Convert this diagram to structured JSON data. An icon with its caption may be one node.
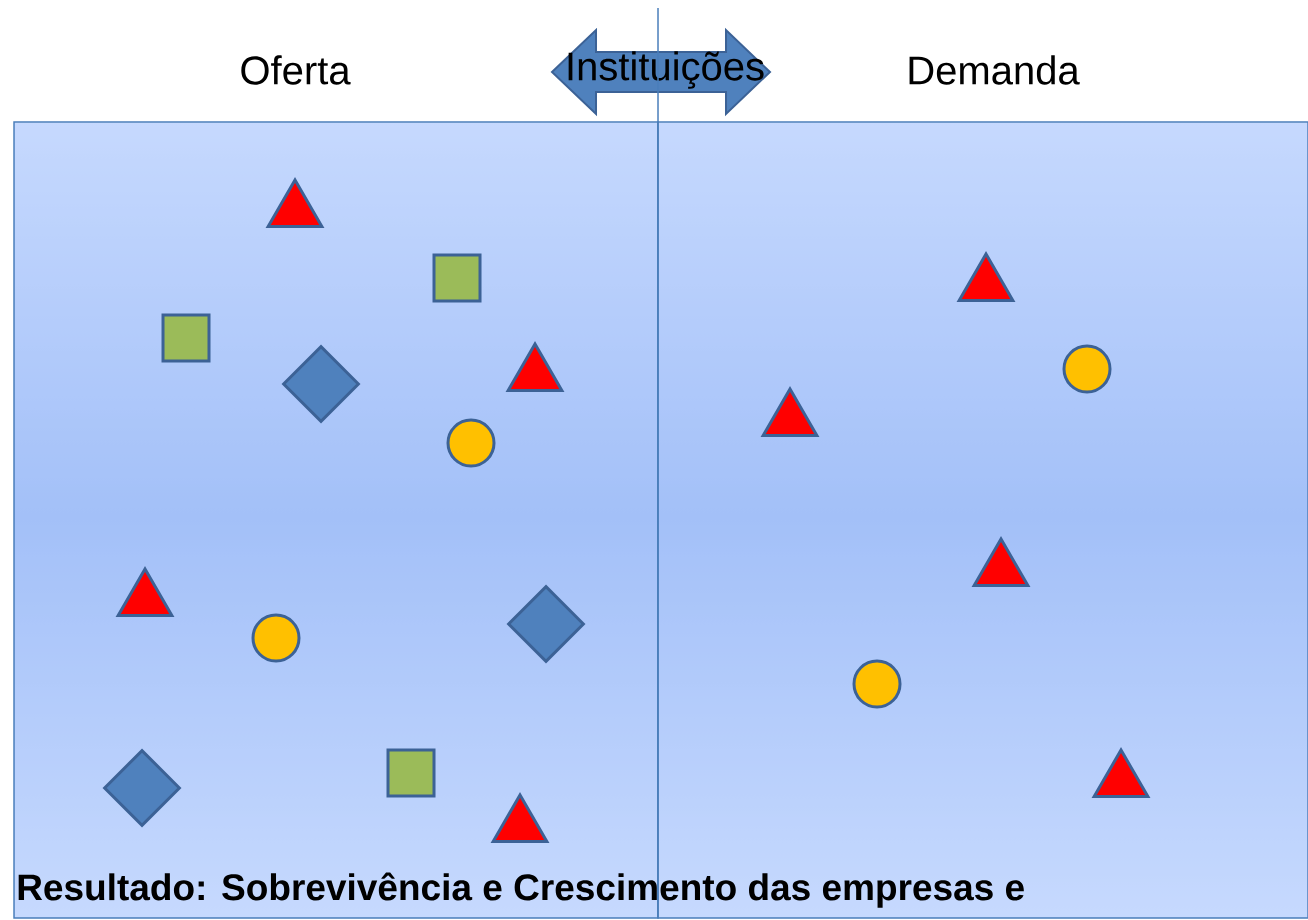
{
  "diagram": {
    "nodes": [
      {
        "text": [
          "Oferta"
        ]
      },
      {
        "text": [
          "Instituições"
        ]
      },
      {
        "text": [
          "Demanda"
        ]
      },
      {
        "text": [],
        "shape": "triangle",
        "in": 0
      },
      {
        "text": [],
        "shape": "box",
        "in": 0
      },
      {
        "text": [],
        "shape": "box",
        "in": 0
      },
      {
        "text": [],
        "shape": "diamond",
        "in": 0
      },
      {
        "text": [],
        "shape": "triangle",
        "in": 0
      },
      {
        "text": [],
        "shape": "circle",
        "in": 0
      },
      {
        "text": [],
        "shape": "triangle",
        "in": 0
      },
      {
        "text": [],
        "shape": "circle",
        "in": 0
      },
      {
        "text": [],
        "shape": "diamond",
        "in": 0
      },
      {
        "text": [],
        "shape": "diamond",
        "in": 0
      },
      {
        "text": [],
        "shape": "box",
        "in": 0
      },
      {
        "text": [],
        "shape": "triangle",
        "in": 0
      },
      {
        "text": [],
        "shape": "triangle",
        "in": 2
      },
      {
        "text": [],
        "shape": "circle",
        "in": 2
      },
      {
        "text": [],
        "shape": "triangle",
        "in": 2
      },
      {
        "text": [],
        "shape": "triangle",
        "in": 2
      },
      {
        "text": [],
        "shape": "circle",
        "in": 2
      },
      {
        "text": [],
        "shape": "triangle",
        "in": 2
      }
    ],
    "labels": [
      "Resultado: Sobrevivência e Crescimento das empresas e"
    ]
  }
}
